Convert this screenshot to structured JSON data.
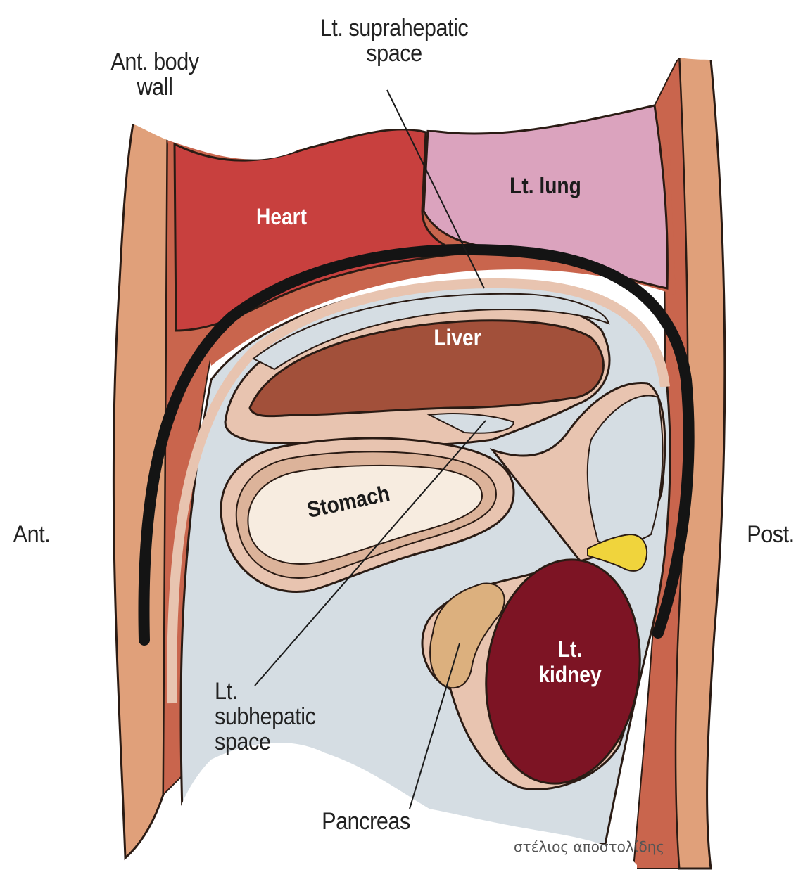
{
  "labels": {
    "ant_body_wall": "Ant. body\nwall",
    "suprahepatic_space": "Lt. suprahepatic\nspace",
    "heart": "Heart",
    "lung": "Lt. lung",
    "liver": "Liver",
    "stomach": "Stomach",
    "kidney": "Lt.\nkidney",
    "subhepatic_space": "Lt.\nsubhepatic\nspace",
    "pancreas": "Pancreas",
    "ant": "Ant.",
    "post": "Post."
  },
  "credit": "στέλιος αποστολίδης",
  "colors": {
    "muscle": "#c9654d",
    "wall": "#e0a07a",
    "heart": "#c8403e",
    "lung": "#dba3be",
    "liver": "#a2503a",
    "peritoneum": "#e8c4b0",
    "space": "#d5dde3",
    "stomach_inner": "#f7ece0",
    "kidney": "#7d1424",
    "pancreas": "#dcb07e",
    "fat": "#f0d43c",
    "diaphragm": "#141414"
  }
}
